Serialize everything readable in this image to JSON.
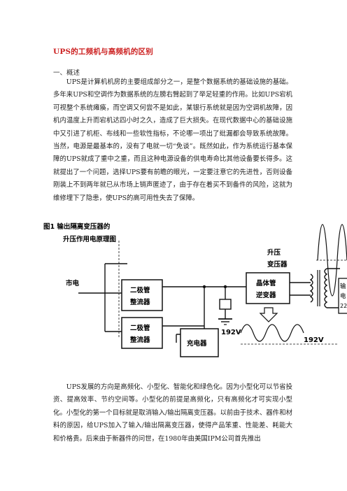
{
  "doc": {
    "title": "UPS的工频机与高频机的区别",
    "section_heading": "一、概述",
    "paragraph1": "UPS是计算机机房的主要组成部分之一，是整个数据系统的基础设施的基础。多年来UPS和空调作为数据系统的左膀右臂起到了举足轻重的作用。比如UPS宕机可视整个系统瘫痪，而空调又何尝不是如此，某银行系统就是因为空调机故障，因机内温度上升而宕机达四小时之久，造成了巨大损失。在现代数据中心的基础设施中又引进了机柜、布线和一些软性指标，不论哪一项出了纰漏都会导致系统故障。当然，电源是最基本的，没有了电就一切“免谈”。既然如此，作为系统运行基本保障的UPS就成了重中之重，而且这种电源设备的供电寿命比其他设备要长得多。这就提出了一个问题，选择UPS要有前瞻的眼光，一定要注意它的先进性，否则设备刚装上不到两年就已从市场上销声匿迹了，由于存在着买不到备件的风险，这就为维修埋下了隐患，使UPS的高可用性失去了保障。",
    "paragraph2": "UPS发展的方向是高频化、小型化、智能化和绿色化。因为小型化可以节省投资、提高效率、节约空间等。小型化的前提是高频化，只有高频化才可实现小型化。小型化的第一个目标就是取消输入/输出隔离变压器。以前由于技术、器件和材料的原因，给UPS加入了输入/输出隔离变压器，使得产品笨重、性能差、耗能大和价格贵。后来由于新器件的问世，在1980年由美国IPM公司首先推出"
  },
  "figure": {
    "caption_line1": "图1  输出隔离变压器的",
    "caption_line2": "升压作用电原理图",
    "mains_label": "市电",
    "rectifier1_line1": "二极管",
    "rectifier1_line2": "整流器",
    "rectifier2_line1": "二极管",
    "rectifier2_line2": "整流器",
    "charger_label": "充电器",
    "inverter_line1": "晶体管",
    "inverter_line2": "逆变器",
    "battery_voltage": "192V",
    "inverter_out_voltage": "192V",
    "transformer_line1": "升压",
    "transformer_line2": "变压器",
    "output_line1": "输",
    "output_line2": "电",
    "output_line3": "22"
  }
}
